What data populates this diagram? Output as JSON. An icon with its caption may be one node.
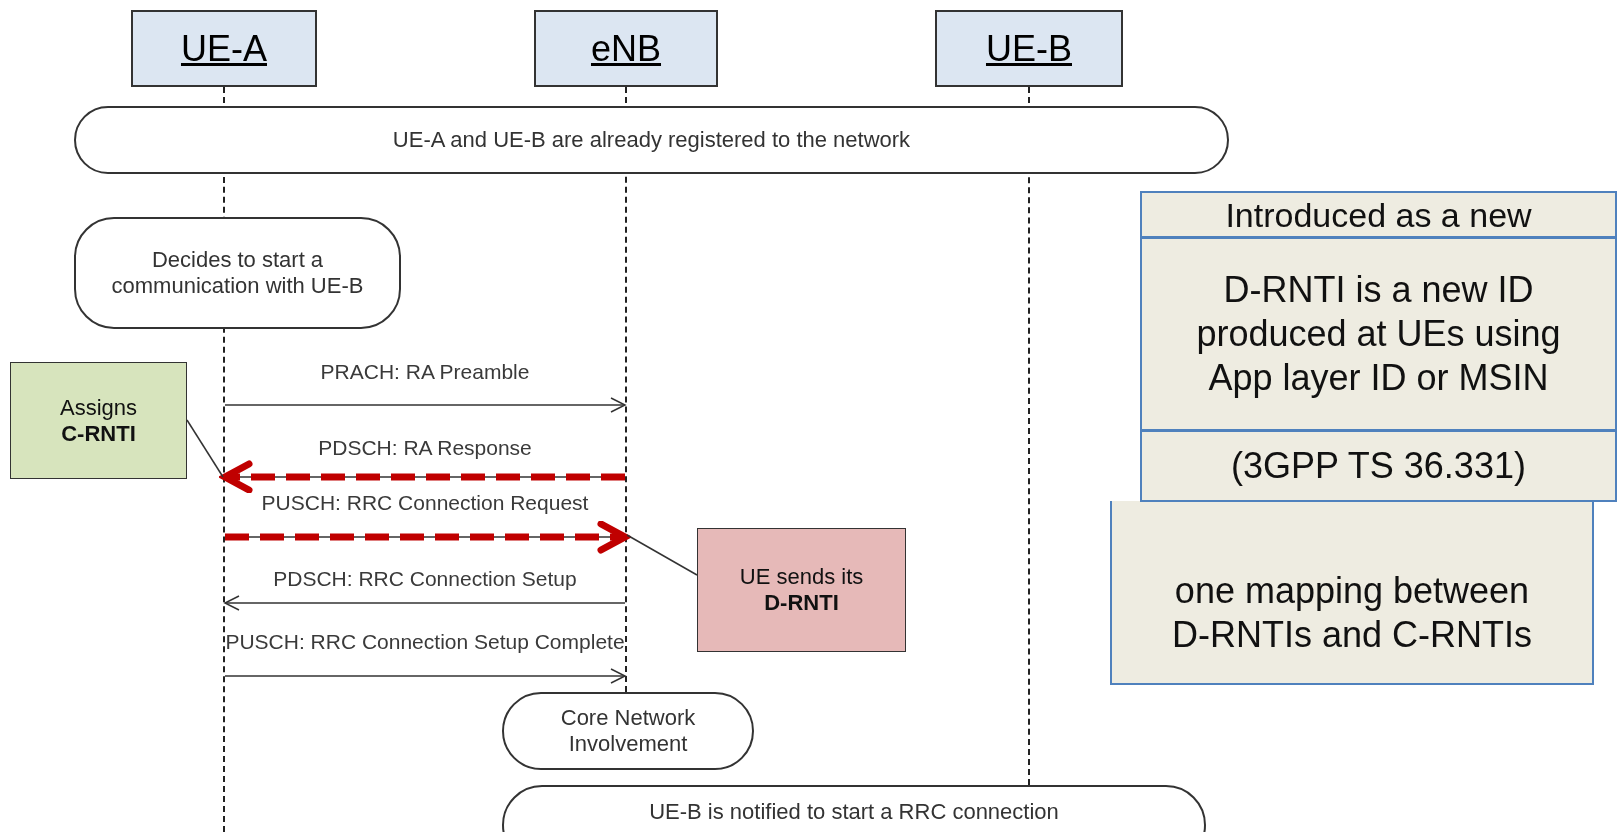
{
  "diagram": {
    "nodes": [
      {
        "text": [
          "UE-A"
        ]
      },
      {
        "text": [
          "eNB"
        ]
      },
      {
        "text": [
          "UE-B"
        ]
      },
      {
        "text": [
          "UE-A and UE-B are already registered to the network"
        ]
      },
      {
        "text": [
          "Decides to start a communication with UE-B"
        ]
      },
      {
        "text": [
          "Assigns **C-RNTI**"
        ]
      },
      {
        "text": [
          "UE sends its **D-RNTI**"
        ]
      },
      {
        "text": [
          "Core Network Involvement"
        ]
      },
      {
        "text": [
          "UE-B is notified to start a RRC connection"
        ]
      },
      {
        "text": [
          "Introduced as a new"
        ]
      },
      {
        "text": [
          "D-RNTI is a new ID produced at UEs using App layer ID or MSIN"
        ]
      },
      {
        "text": [
          "(3GPP  TS 36.331)"
        ]
      },
      {
        "text": [
          "one mapping between D-RNTIs and C-RNTIs"
        ]
      },
      {
        "text": [],
        "shape": "line"
      },
      {
        "text": [],
        "shape": "line"
      },
      {
        "text": [],
        "shape": "line"
      }
    ],
    "edges": [
      {
        "from": 13,
        "to": 14,
        "arrow": "to",
        "label": "PRACH: RA Preamble"
      },
      {
        "from": 14,
        "to": 13,
        "arrow": "to",
        "label": "PDSCH: RA Response"
      },
      {
        "from": 13,
        "to": 14,
        "arrow": "to",
        "label": "PUSCH: RRC Connection Request"
      },
      {
        "from": 14,
        "to": 13,
        "arrow": "to",
        "label": "PDSCH: RRC Connection Setup"
      },
      {
        "from": 13,
        "to": 14,
        "arrow": "to",
        "label": "PUSCH: RRC Connection Setup Complete"
      },
      {
        "from": 14,
        "to": 13,
        "arrow": "to",
        "style": "dashed",
        "color": "#c00000"
      },
      {
        "from": 13,
        "to": 14,
        "arrow": "to",
        "style": "dashed",
        "color": "#c00000"
      },
      {
        "from": 5,
        "to": 13,
        "arrow": "none"
      },
      {
        "from": 6,
        "to": 14,
        "arrow": "none"
      }
    ]
  }
}
